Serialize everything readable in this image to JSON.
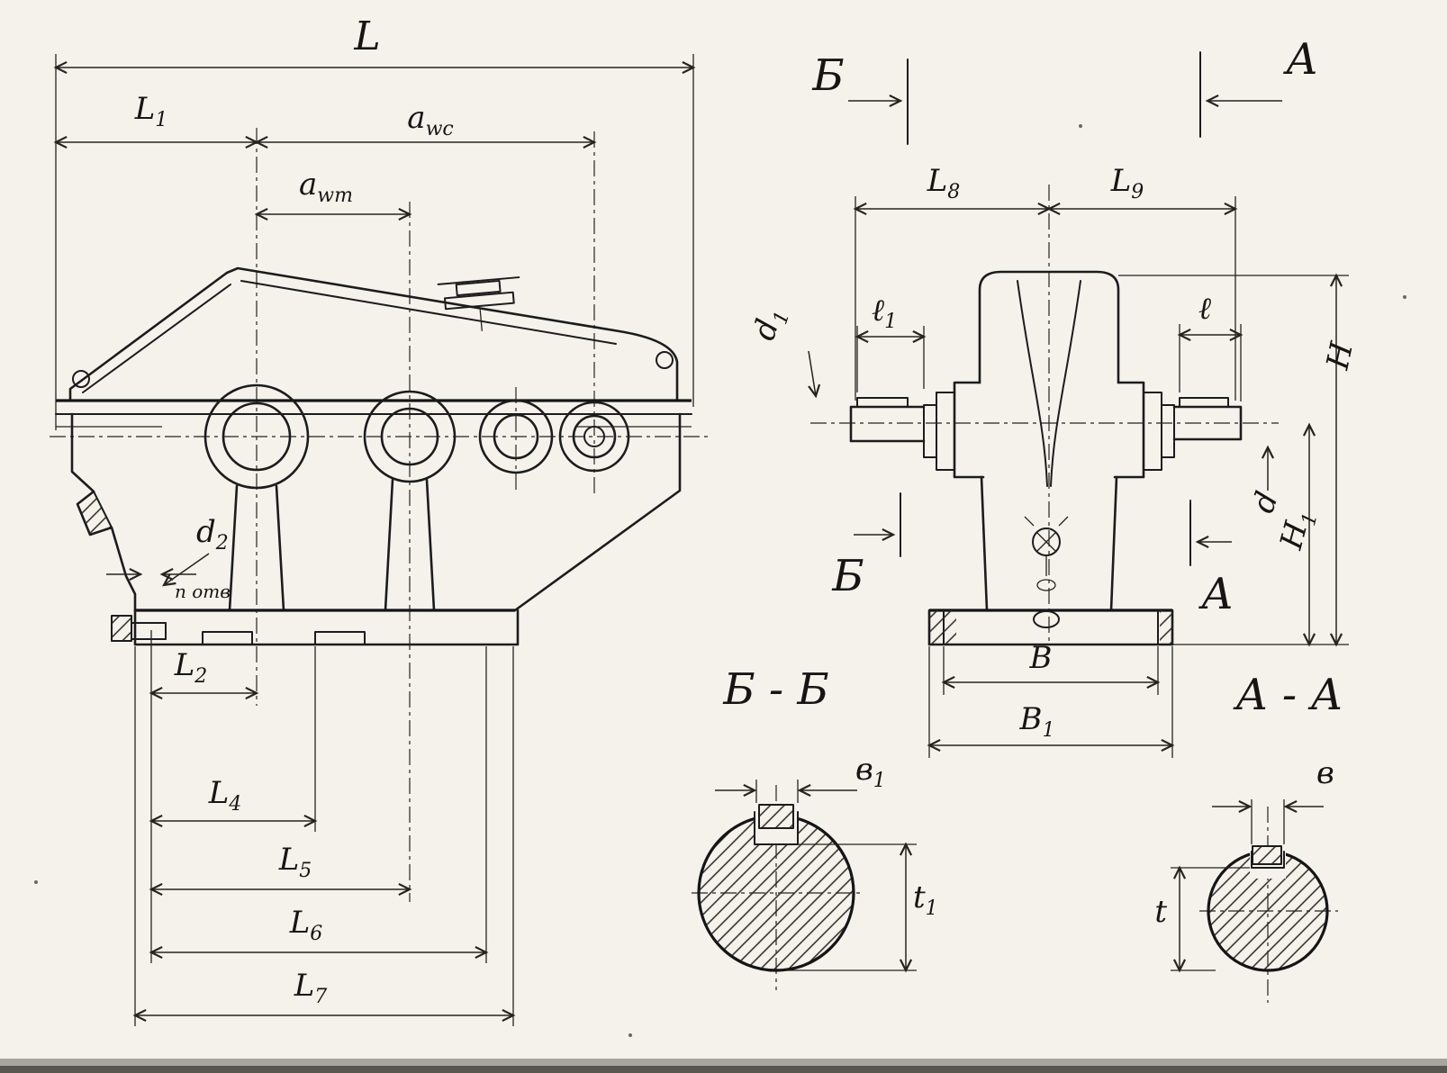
{
  "colors": {
    "ink": "#1b1b1b",
    "paper": "#f5f2ec"
  },
  "front_view": {
    "labels": {
      "L": "L",
      "L1": {
        "base": "L",
        "sub": "1"
      },
      "awc": {
        "base": "a",
        "sub": "wc"
      },
      "awt": {
        "base": "a",
        "sub": "wт"
      },
      "d2": {
        "base": "d",
        "sub": "2"
      },
      "n_otv": "n отв",
      "L2": {
        "base": "L",
        "sub": "2"
      },
      "L4": {
        "base": "L",
        "sub": "4"
      },
      "L5": {
        "base": "L",
        "sub": "5"
      },
      "L6": {
        "base": "L",
        "sub": "6"
      },
      "L7": {
        "base": "L",
        "sub": "7"
      }
    }
  },
  "side_view": {
    "labels": {
      "section_b_top": "Б",
      "section_a_top": "А",
      "L8": {
        "base": "L",
        "sub": "8"
      },
      "L9": {
        "base": "L",
        "sub": "9"
      },
      "d1": {
        "base": "d",
        "sub": "1"
      },
      "l1": {
        "base": "ℓ",
        "sub": "1"
      },
      "l": "ℓ",
      "H": "H",
      "H1": {
        "base": "H",
        "sub": "1"
      },
      "d": "d",
      "section_b_bottom": "Б",
      "section_a_bottom": "А",
      "B": "В",
      "B1": {
        "base": "В",
        "sub": "1"
      }
    }
  },
  "sections": {
    "bb": {
      "title": "Б - Б",
      "labels": {
        "b1": {
          "base": "в",
          "sub": "1"
        },
        "t1": {
          "base": "t",
          "sub": "1"
        }
      }
    },
    "aa": {
      "title": "А - А",
      "labels": {
        "b": "в",
        "t": "t"
      }
    }
  }
}
